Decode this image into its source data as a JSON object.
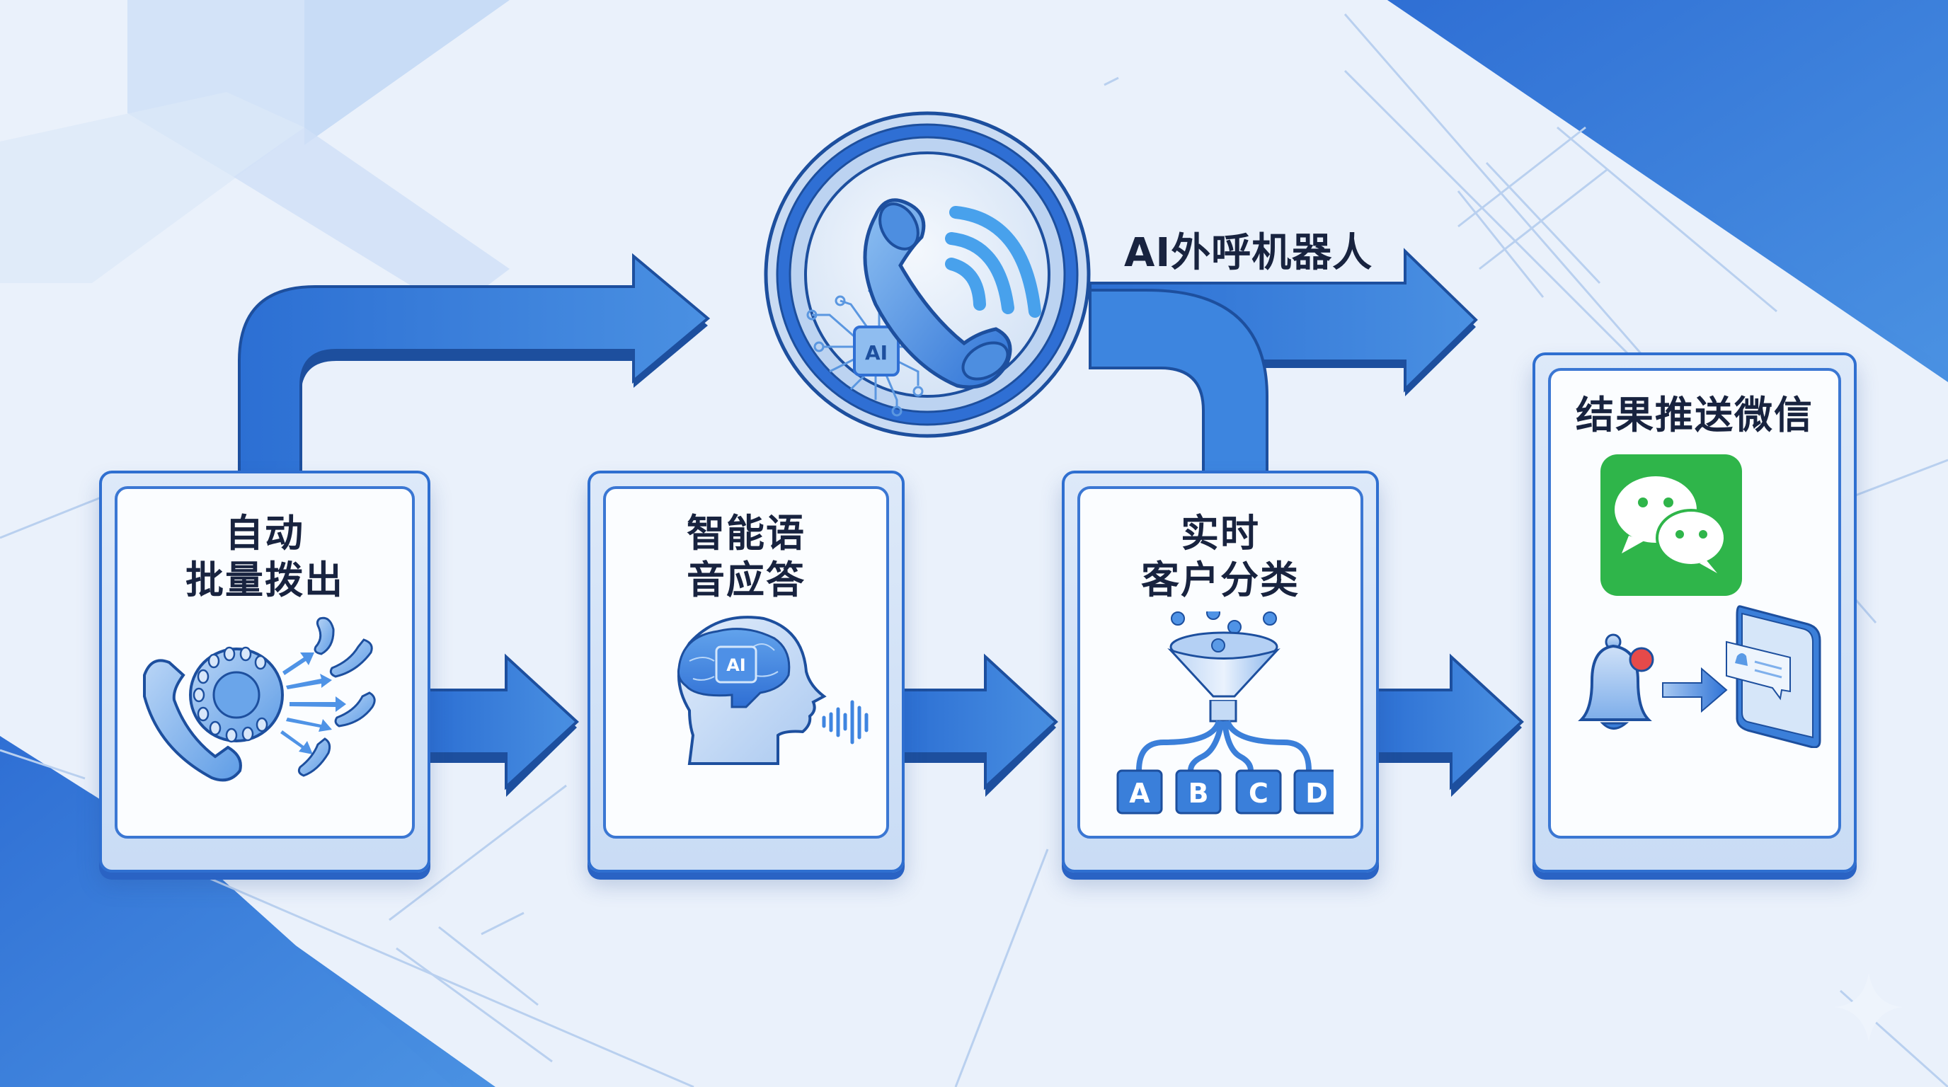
{
  "diagram": {
    "title": "AI外呼机器人",
    "colors": {
      "primary": "#2f73d6",
      "primary_dark": "#1d4f9e",
      "card_bg": "#fbfdff",
      "text": "#18233f",
      "wechat_green": "#2fb54a",
      "alert_red": "#e64a4a",
      "background": "#e8f0fb"
    },
    "center_node": {
      "label": "AI外呼机器人",
      "icon": "phone-with-signal-and-ai-chip-icon",
      "chip_label": "AI"
    },
    "steps": [
      {
        "id": 1,
        "title_lines": [
          "自动",
          "批量拨出"
        ],
        "icon": "rotary-phone-dialing-multiple-handsets-icon"
      },
      {
        "id": 2,
        "title_lines": [
          "智能语",
          "音应答"
        ],
        "icon": "ai-head-voice-wave-icon",
        "chip_label": "AI"
      },
      {
        "id": 3,
        "title_lines": [
          "实时",
          "客户分类"
        ],
        "icon": "funnel-sorting-icon",
        "categories": [
          "A",
          "B",
          "C",
          "D"
        ]
      },
      {
        "id": 4,
        "title_lines": [
          "结果推送微信"
        ],
        "icon": "wechat-notification-to-phone-icon"
      }
    ],
    "connections": [
      {
        "from": "step-1",
        "to": "center-node",
        "type": "curved-arrow"
      },
      {
        "from": "center-node",
        "to": "step-4",
        "type": "arrow"
      },
      {
        "from": "step-3",
        "to": "center-node",
        "type": "curved-connector"
      },
      {
        "from": "step-1",
        "to": "step-2",
        "type": "arrow"
      },
      {
        "from": "step-2",
        "to": "step-3",
        "type": "arrow"
      },
      {
        "from": "step-3",
        "to": "step-4",
        "type": "arrow"
      }
    ]
  }
}
